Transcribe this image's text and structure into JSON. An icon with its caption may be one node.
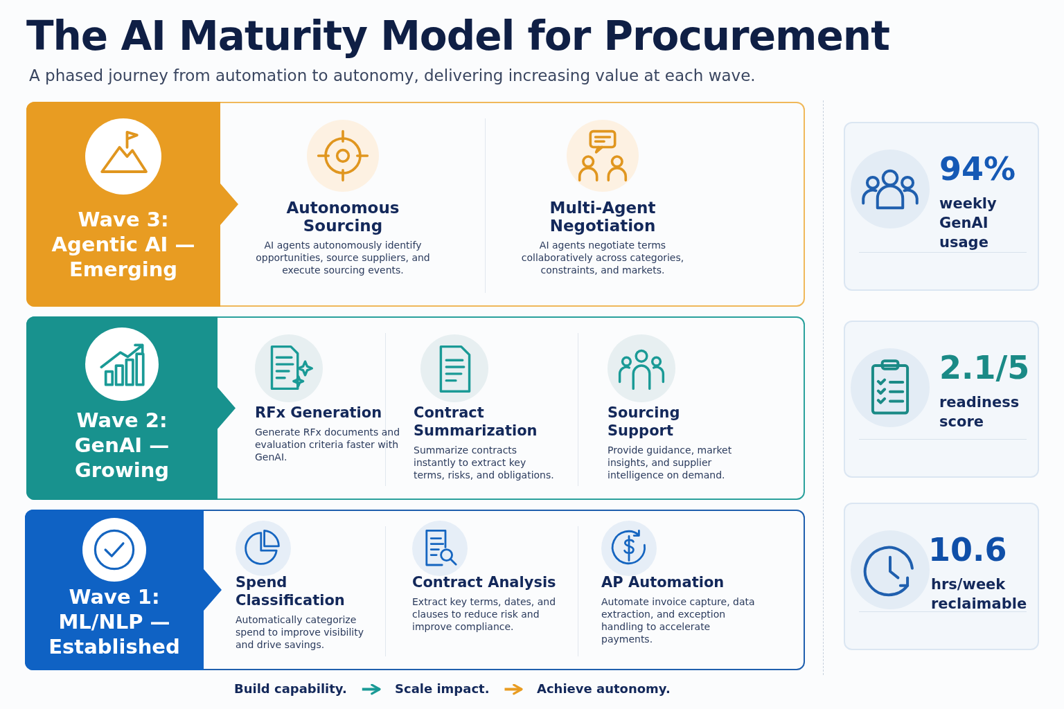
{
  "diagram": {
    "title": "The AI Maturity Model for Procurement",
    "nodes": [
      {
        "text": [
          "Wave 3: Agentic AI — Emerging"
        ]
      },
      {
        "text": [
          "Autonomous Sourcing",
          "AI agents autonomously identify opportunities, source suppliers, and execute sourcing events."
        ],
        "in": 0
      },
      {
        "text": [
          "Multi-Agent Negotiation",
          "AI agents negotiate terms collaboratively across categories, constraints, and markets."
        ],
        "in": 0
      },
      {
        "text": [
          "Wave 2: GenAI — Growing"
        ]
      },
      {
        "text": [
          "RFx Generation",
          "Generate RFx documents and evaluation criteria faster with GenAI."
        ],
        "in": 3
      },
      {
        "text": [
          "Contract Summarization",
          "Summarize contracts instantly to extract key terms, risks, and obligations."
        ],
        "in": 3
      },
      {
        "text": [
          "Sourcing Support",
          "Provide guidance, market insights, and supplier intelligence on demand."
        ],
        "in": 3
      },
      {
        "text": [
          "Wave 1: ML/NLP — Established"
        ]
      },
      {
        "text": [
          "Spend Classification",
          "Automatically categorize spend to improve visibility and drive savings."
        ],
        "in": 7
      },
      {
        "text": [
          "Contract Analysis",
          "Extract key terms, dates, and clauses to reduce risk and improve compliance."
        ],
        "in": 7
      },
      {
        "text": [
          "AP Automation",
          "Automate invoice capture, data extraction, and exception handling to accelerate payments."
        ],
        "in": 7
      },
      {
        "text": [
          "94%",
          "weekly GenAI usage"
        ]
      },
      {
        "text": [
          "2.1/5",
          "readiness score"
        ]
      },
      {
        "text": [
          "10.6",
          "hrs/week reclaimable"
        ]
      },
      {
        "text": [
          "Build capability."
        ]
      },
      {
        "text": [
          "Scale impact."
        ]
      },
      {
        "text": [
          "Achieve autonomy."
        ]
      }
    ],
    "edges": [
      {
        "from": 14,
        "to": 15,
        "arrow": "to",
        "color": "#1a9a96"
      },
      {
        "from": 15,
        "to": 16,
        "arrow": "to",
        "color": "#e89c22"
      }
    ],
    "labels": [
      "A phased journey from automation to autonomy, delivering increasing value at each wave."
    ]
  }
}
